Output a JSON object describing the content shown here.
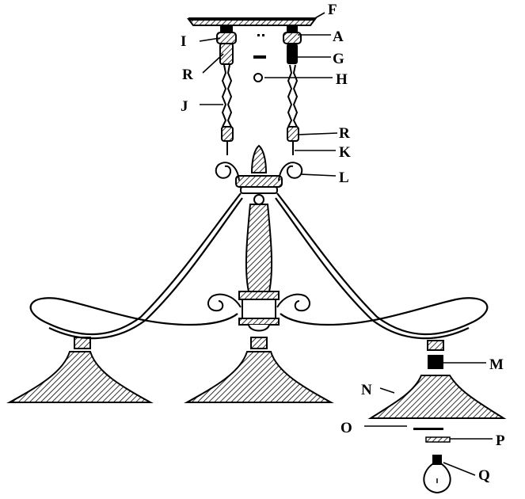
{
  "diagram": {
    "part_labels": {
      "F": "F",
      "A": "A",
      "I": "I",
      "G": "G",
      "R_left": "R",
      "H": "H",
      "J": "J",
      "R_right": "R",
      "K": "K",
      "L": "L",
      "M": "M",
      "N": "N",
      "O": "O",
      "P": "P",
      "Q": "Q"
    }
  }
}
